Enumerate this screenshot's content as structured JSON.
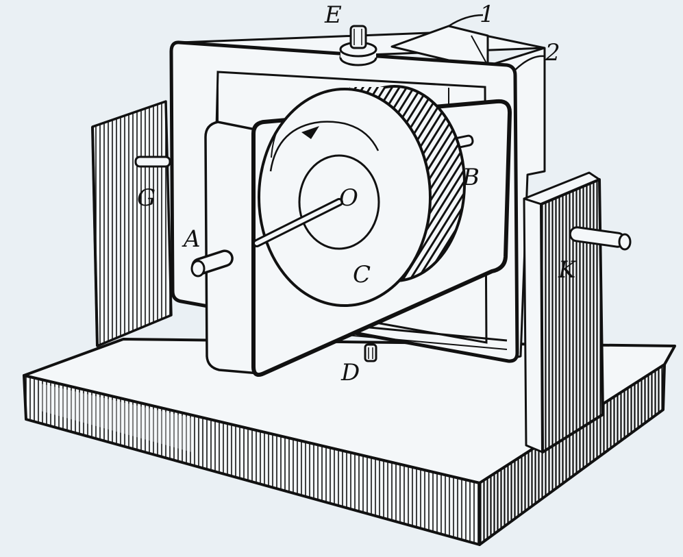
{
  "labels": {
    "E": "E",
    "one": "1",
    "two": "2",
    "B": "B",
    "O": "O",
    "G": "G",
    "A": "A",
    "C": "C",
    "K": "K",
    "D": "D"
  },
  "colors": {
    "paper": "#eaf0f4",
    "ink": "#111111",
    "surface": "#f4f7f9"
  }
}
